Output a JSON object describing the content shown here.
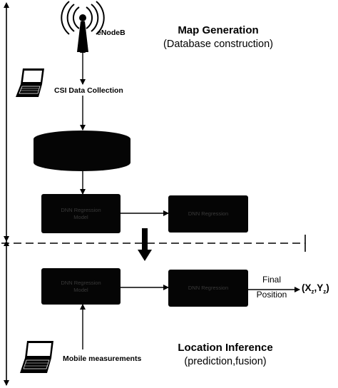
{
  "diagram": {
    "nodes": {
      "enodeb": {
        "label": "eNodeB",
        "icon": "antenna-tower-icon"
      },
      "csi_collection": {
        "label": "CSI Data Collection",
        "icon": "laptop-icon"
      },
      "database": {
        "label": "",
        "icon": "database-icon"
      },
      "dnn_training": {
        "line1": "DNN Regression",
        "line2": "Model"
      },
      "dnn_output_top": {
        "label": "DNN Regression"
      },
      "dnn_inference": {
        "line1": "DNN Regression",
        "line2": "Model"
      },
      "dnn_output_bottom": {
        "label": "DNN Regression"
      },
      "mobile_measurements": {
        "label": "Mobile measurements",
        "icon": "laptop-icon"
      }
    },
    "final_position": {
      "line1": "Final",
      "line2": "Position"
    },
    "coordinates": {
      "open": "(X",
      "sub1": "z",
      "sep": ",Y",
      "sub2": "z",
      "close": ")"
    },
    "sections": {
      "top": {
        "title": "Map Generation",
        "subtitle": "(Database construction)"
      },
      "bottom": {
        "title": "Location Inference",
        "subtitle": "(prediction,fusion)"
      }
    },
    "colors": {
      "box_fill": "#050505",
      "line": "#000000",
      "box_text": "#3a3a3a"
    }
  }
}
